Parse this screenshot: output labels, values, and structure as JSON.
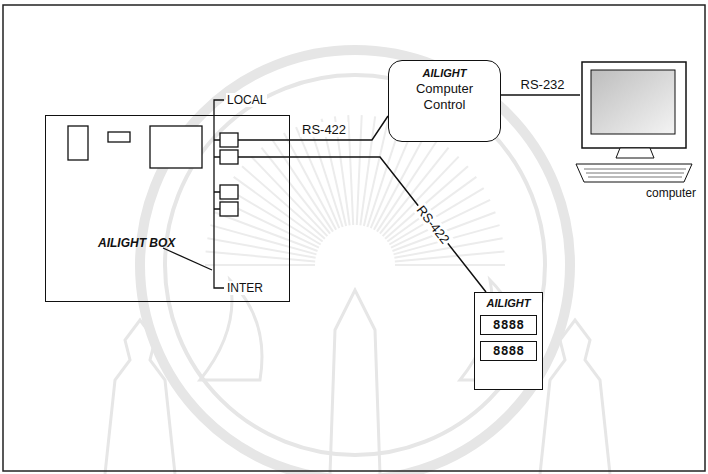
{
  "diagram": {
    "nodes": [
      {
        "text": [
          "AILIGHT BOX"
        ]
      },
      {
        "text": [
          "AILIGHT",
          "Computer Control"
        ]
      },
      {
        "text": [
          "computer"
        ]
      },
      {
        "text": [
          "AILIGHT",
          "8888",
          "8888"
        ]
      }
    ],
    "edges": [
      {
        "from": 0,
        "to": 1,
        "label": "RS-422",
        "arrow": "none"
      },
      {
        "from": 1,
        "to": 2,
        "label": "RS-232",
        "arrow": "none"
      },
      {
        "from": 0,
        "to": 3,
        "label": "RS-422",
        "arrow": "none"
      }
    ],
    "labels": [
      "LOCAL",
      "INTER"
    ]
  }
}
